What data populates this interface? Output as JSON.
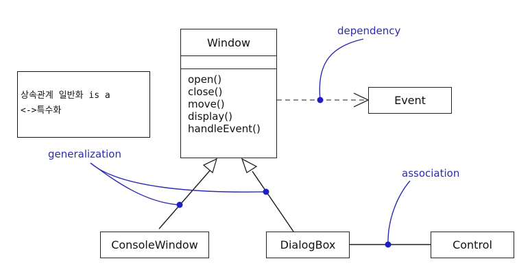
{
  "note": {
    "line1": "상속관계 일반화 is a",
    "line2": "<->특수화"
  },
  "window_class": {
    "name": "Window",
    "operations": [
      "open()",
      "close()",
      "move()",
      "display()",
      "handleEvent()"
    ]
  },
  "event_class": {
    "name": "Event"
  },
  "console_window_class": {
    "name": "ConsoleWindow"
  },
  "dialog_box_class": {
    "name": "DialogBox"
  },
  "control_class": {
    "name": "Control"
  },
  "labels": {
    "dependency": "dependency",
    "generalization": "generalization",
    "association": "association"
  },
  "colors": {
    "annotation": "#2b2bb0",
    "line": "#222222",
    "dependency_line": "#666666"
  }
}
